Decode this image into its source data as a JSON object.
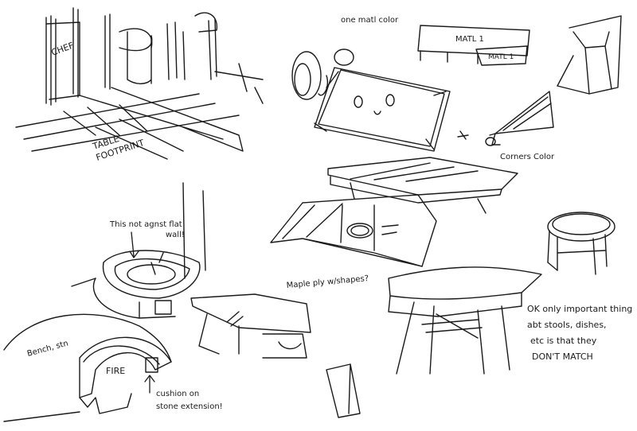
{
  "labels": {
    "kitchen": "CHEF",
    "table_footprint_line1": "TABLE",
    "table_footprint_line2": "FOOTPRINT",
    "one_material": "one matl color",
    "matl_1_top": "MATL 1",
    "matl_1_bottom": "MATL 1",
    "corners_color": "Corners Color",
    "not_against_wall_line1": "This not agnst flat",
    "not_against_wall_line2": "wall!",
    "maple_ply": "Maple ply w/shapes?",
    "ok_note_line1": "OK only important thing",
    "ok_note_line2": "abt stools, dishes,",
    "ok_note_line3": "etc is that they",
    "ok_note_line4": "DON'T MATCH",
    "bench_label": "Bench, stn",
    "fire": "FIRE",
    "cushion_line1": "cushion on",
    "cushion_line2": "stone extension!"
  },
  "colors": {
    "ink": "#1a1a1a",
    "paper": "#ffffff"
  }
}
